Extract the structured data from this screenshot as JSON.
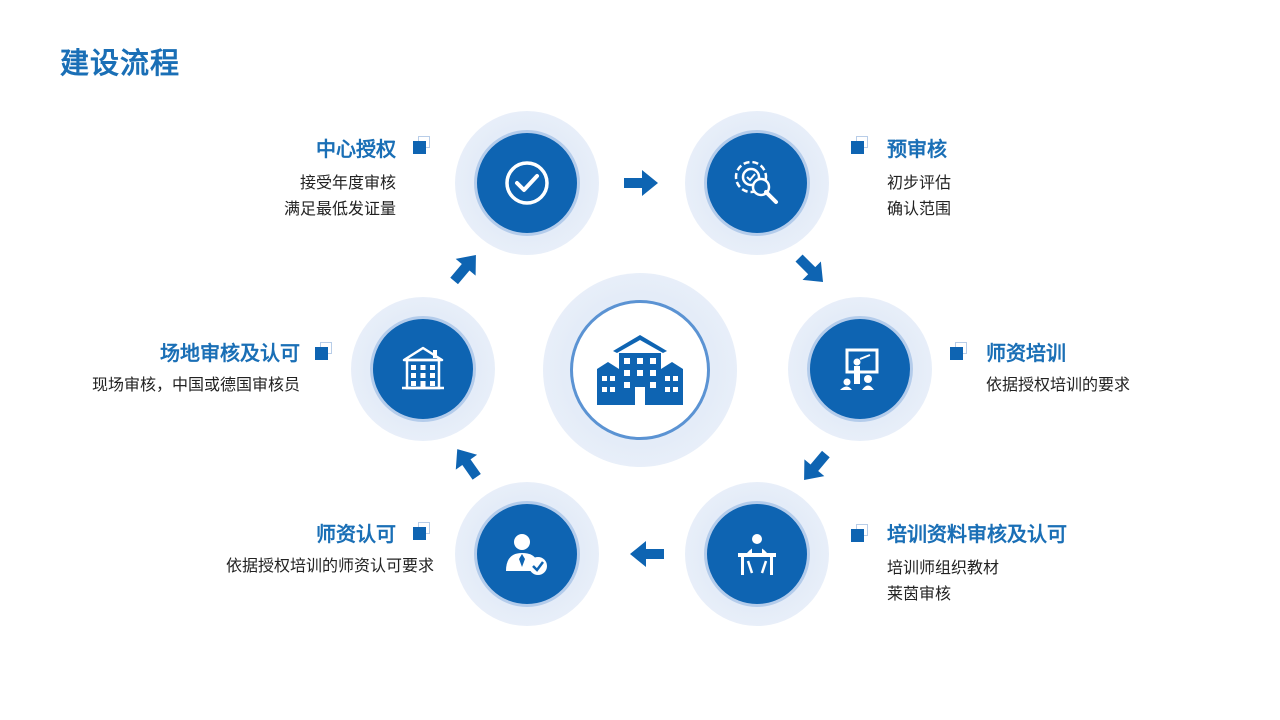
{
  "title": "建设流程",
  "center": {
    "icon": "school-building-icon"
  },
  "steps": [
    {
      "title": "中心授权",
      "lines": [
        "接受年度审核",
        "满足最低发证量"
      ],
      "icon": "check-circle-icon"
    },
    {
      "title": "预审核",
      "lines": [
        "初步评估",
        "确认范围"
      ],
      "icon": "gear-search-icon"
    },
    {
      "title": "师资培训",
      "lines": [
        "依据授权培训的要求"
      ],
      "icon": "teacher-board-icon"
    },
    {
      "title": "培训资料审核及认可",
      "lines": [
        "培训师组织教材",
        "莱茵审核"
      ],
      "icon": "person-desk-icon"
    },
    {
      "title": "师资认可",
      "lines": [
        "依据授权培训的师资认可要求"
      ],
      "icon": "user-approved-icon"
    },
    {
      "title": "场地审核及认可",
      "lines": [
        "现场审核，中国或德国审核员"
      ],
      "icon": "building-icon"
    }
  ],
  "colors": {
    "primary": "#0e64b2",
    "title": "#1a6fb6",
    "ring": "#e4ecf8",
    "center_border": "#5b93d3"
  }
}
